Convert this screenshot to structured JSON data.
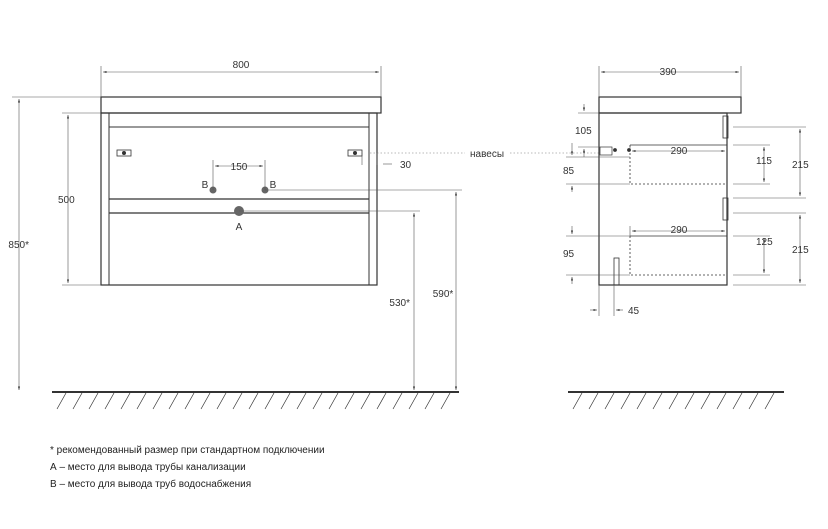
{
  "front_view": {
    "width_dim": "800",
    "height_total_dim": "850*",
    "body_height_dim": "500",
    "pipe_spacing_dim": "150",
    "hinge_offset_dim": "30",
    "pipe_b_label_left": "B",
    "pipe_b_label_right": "B",
    "pipe_a_label": "A",
    "height_530_dim": "530*",
    "height_590_dim": "590*"
  },
  "hinges_label": "навесы",
  "side_view": {
    "depth_dim": "390",
    "top_offset_dim": "105",
    "drawer1_depth_dim": "290",
    "drawer1_gap_dim": "85",
    "drawer1_inner_dim": "115",
    "drawer1_front_dim": "215",
    "drawer2_depth_dim": "290",
    "drawer2_top_dim": "95",
    "drawer2_inner_dim": "125",
    "drawer2_front_dim": "215",
    "toe_dim": "45"
  },
  "notes": {
    "note1": "* рекомендованный размер при стандартном подключении",
    "note2": "А – место для вывода трубы канализации",
    "note3": "В – место для вывода труб водоснабжения"
  },
  "colors": {
    "line": "#333333",
    "thin": "#555555"
  }
}
